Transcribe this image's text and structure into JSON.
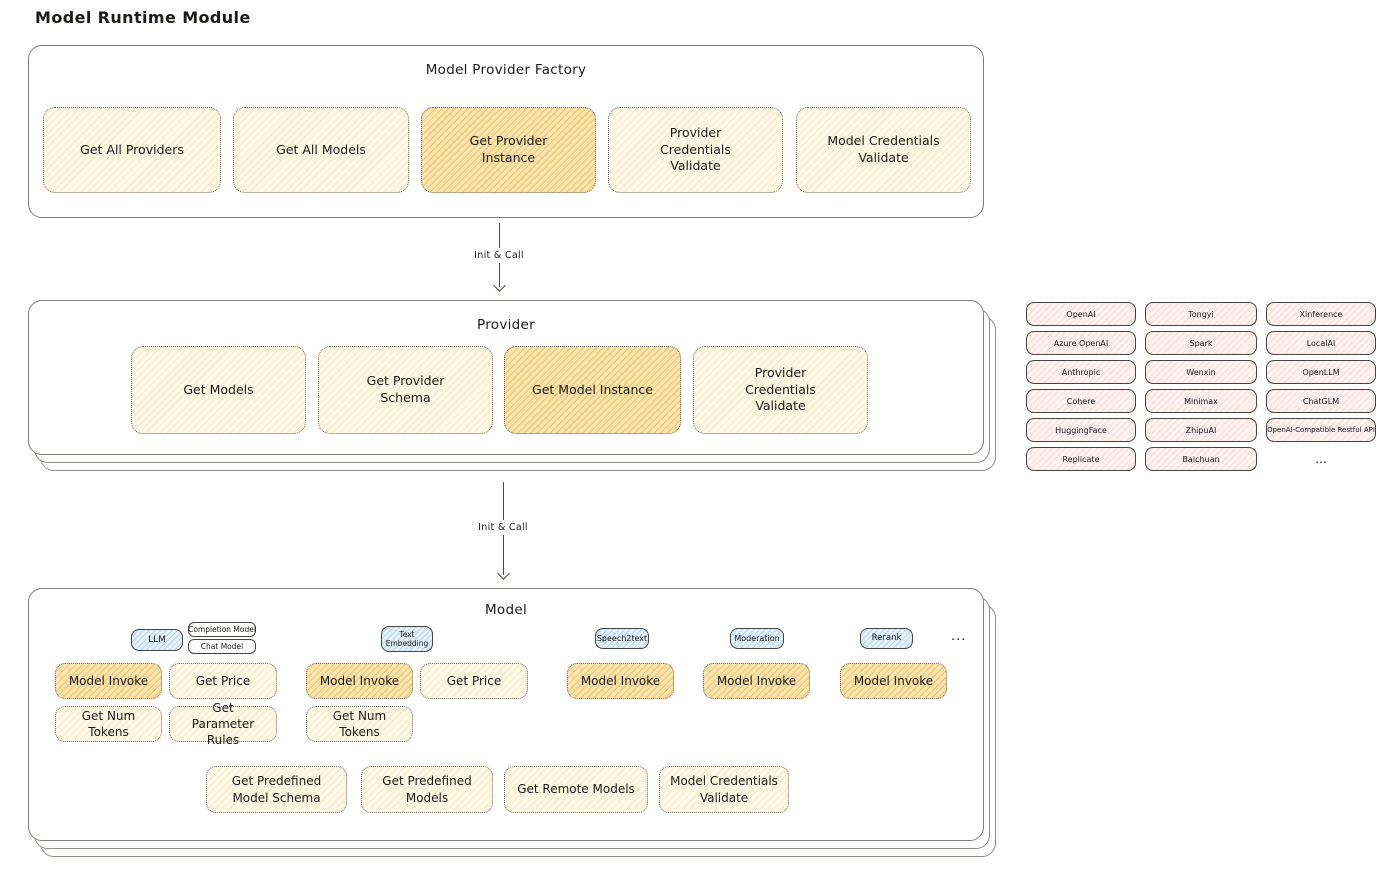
{
  "title": "Model Runtime Module",
  "colors": {
    "panel_border": "#7e7d77",
    "box_yellow": "#fdf8e6",
    "box_yellow_highlight": "#fbe5ae",
    "box_pink": "#fdf1f0",
    "box_blue": "#e4f1fb",
    "dotted_border": "#6e6d66",
    "solid_border": "#45453f",
    "arrow": "#4b4b47",
    "text": "#1c1c19"
  },
  "factory": {
    "title": "Model Provider Factory",
    "items": [
      {
        "label": "Get All Providers",
        "highlight": false
      },
      {
        "label": "Get All Models",
        "highlight": false
      },
      {
        "label": "Get Provider Instance",
        "highlight": true
      },
      {
        "label": "Provider Credentials Validate",
        "highlight": false
      },
      {
        "label": "Model Credentials Validate",
        "highlight": false
      }
    ]
  },
  "arrows": {
    "factory_to_provider": "Init & Call",
    "provider_to_model": "Init & Call"
  },
  "provider": {
    "title": "Provider",
    "items": [
      {
        "label": "Get Models",
        "highlight": false
      },
      {
        "label": "Get Provider Schema",
        "highlight": false
      },
      {
        "label": "Get Model Instance",
        "highlight": true
      },
      {
        "label": "Provider Credentials Validate",
        "highlight": false
      }
    ]
  },
  "providers_list": {
    "rows": [
      [
        "OpenAI",
        "Tongyi",
        "Xinference"
      ],
      [
        "Azure OpenAI",
        "Spark",
        "LocalAI"
      ],
      [
        "Anthropic",
        "Wenxin",
        "OpenLLM"
      ],
      [
        "Cohere",
        "Minimax",
        "ChatGLM"
      ],
      [
        "HuggingFace",
        "ZhipuAI",
        "OpenAI-Compatible Restful API"
      ],
      [
        "Replicate",
        "Baichuan"
      ]
    ],
    "more": "..."
  },
  "model": {
    "title": "Model",
    "tags": {
      "llm": "LLM",
      "completion": "Completion Model",
      "chat": "Chat Model",
      "text_embedding": "Text Embedding",
      "speech2text": "Speech2text",
      "moderation": "Moderation",
      "rerank": "Rerank",
      "more": "..."
    },
    "boxes": {
      "model_invoke": "Model Invoke",
      "get_price": "Get Price",
      "get_num_tokens": "Get Num Tokens",
      "get_parameter_rules": "Get Parameter Rules",
      "get_predefined_model_schema": "Get Predefined Model Schema",
      "get_predefined_models": "Get Predefined Models",
      "get_remote_models": "Get Remote Models",
      "model_credentials_validate": "Model Credentials Validate"
    }
  }
}
